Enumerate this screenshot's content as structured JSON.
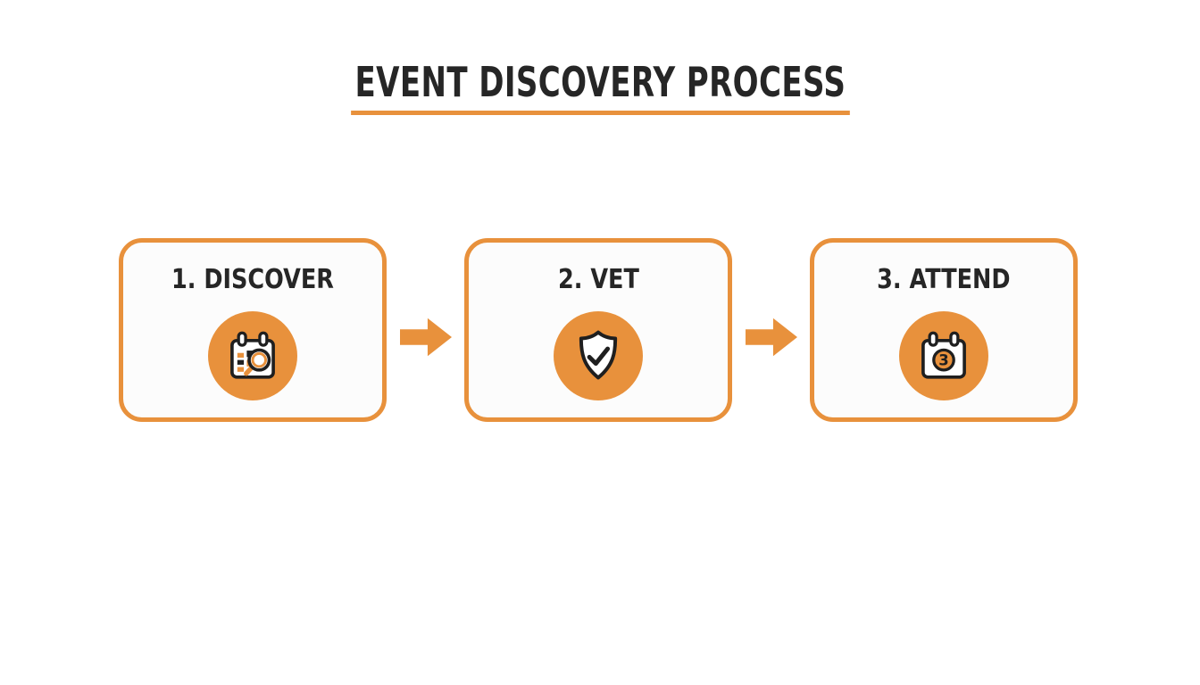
{
  "title": {
    "text": "EVENT DISCOVERY PROCESS"
  },
  "steps": [
    {
      "label": "1. DISCOVER",
      "icon": "calendar-search-icon"
    },
    {
      "label": "2. VET",
      "icon": "shield-check-icon"
    },
    {
      "label": "3. ATTEND",
      "icon": "calendar-day-icon",
      "badge": "3"
    }
  ],
  "colors": {
    "accent": "#E8913C",
    "text": "#262626",
    "card_bg": "#FCFCFC",
    "page_bg": "#FFFFFF",
    "icon_stroke": "#1F1F1F"
  }
}
